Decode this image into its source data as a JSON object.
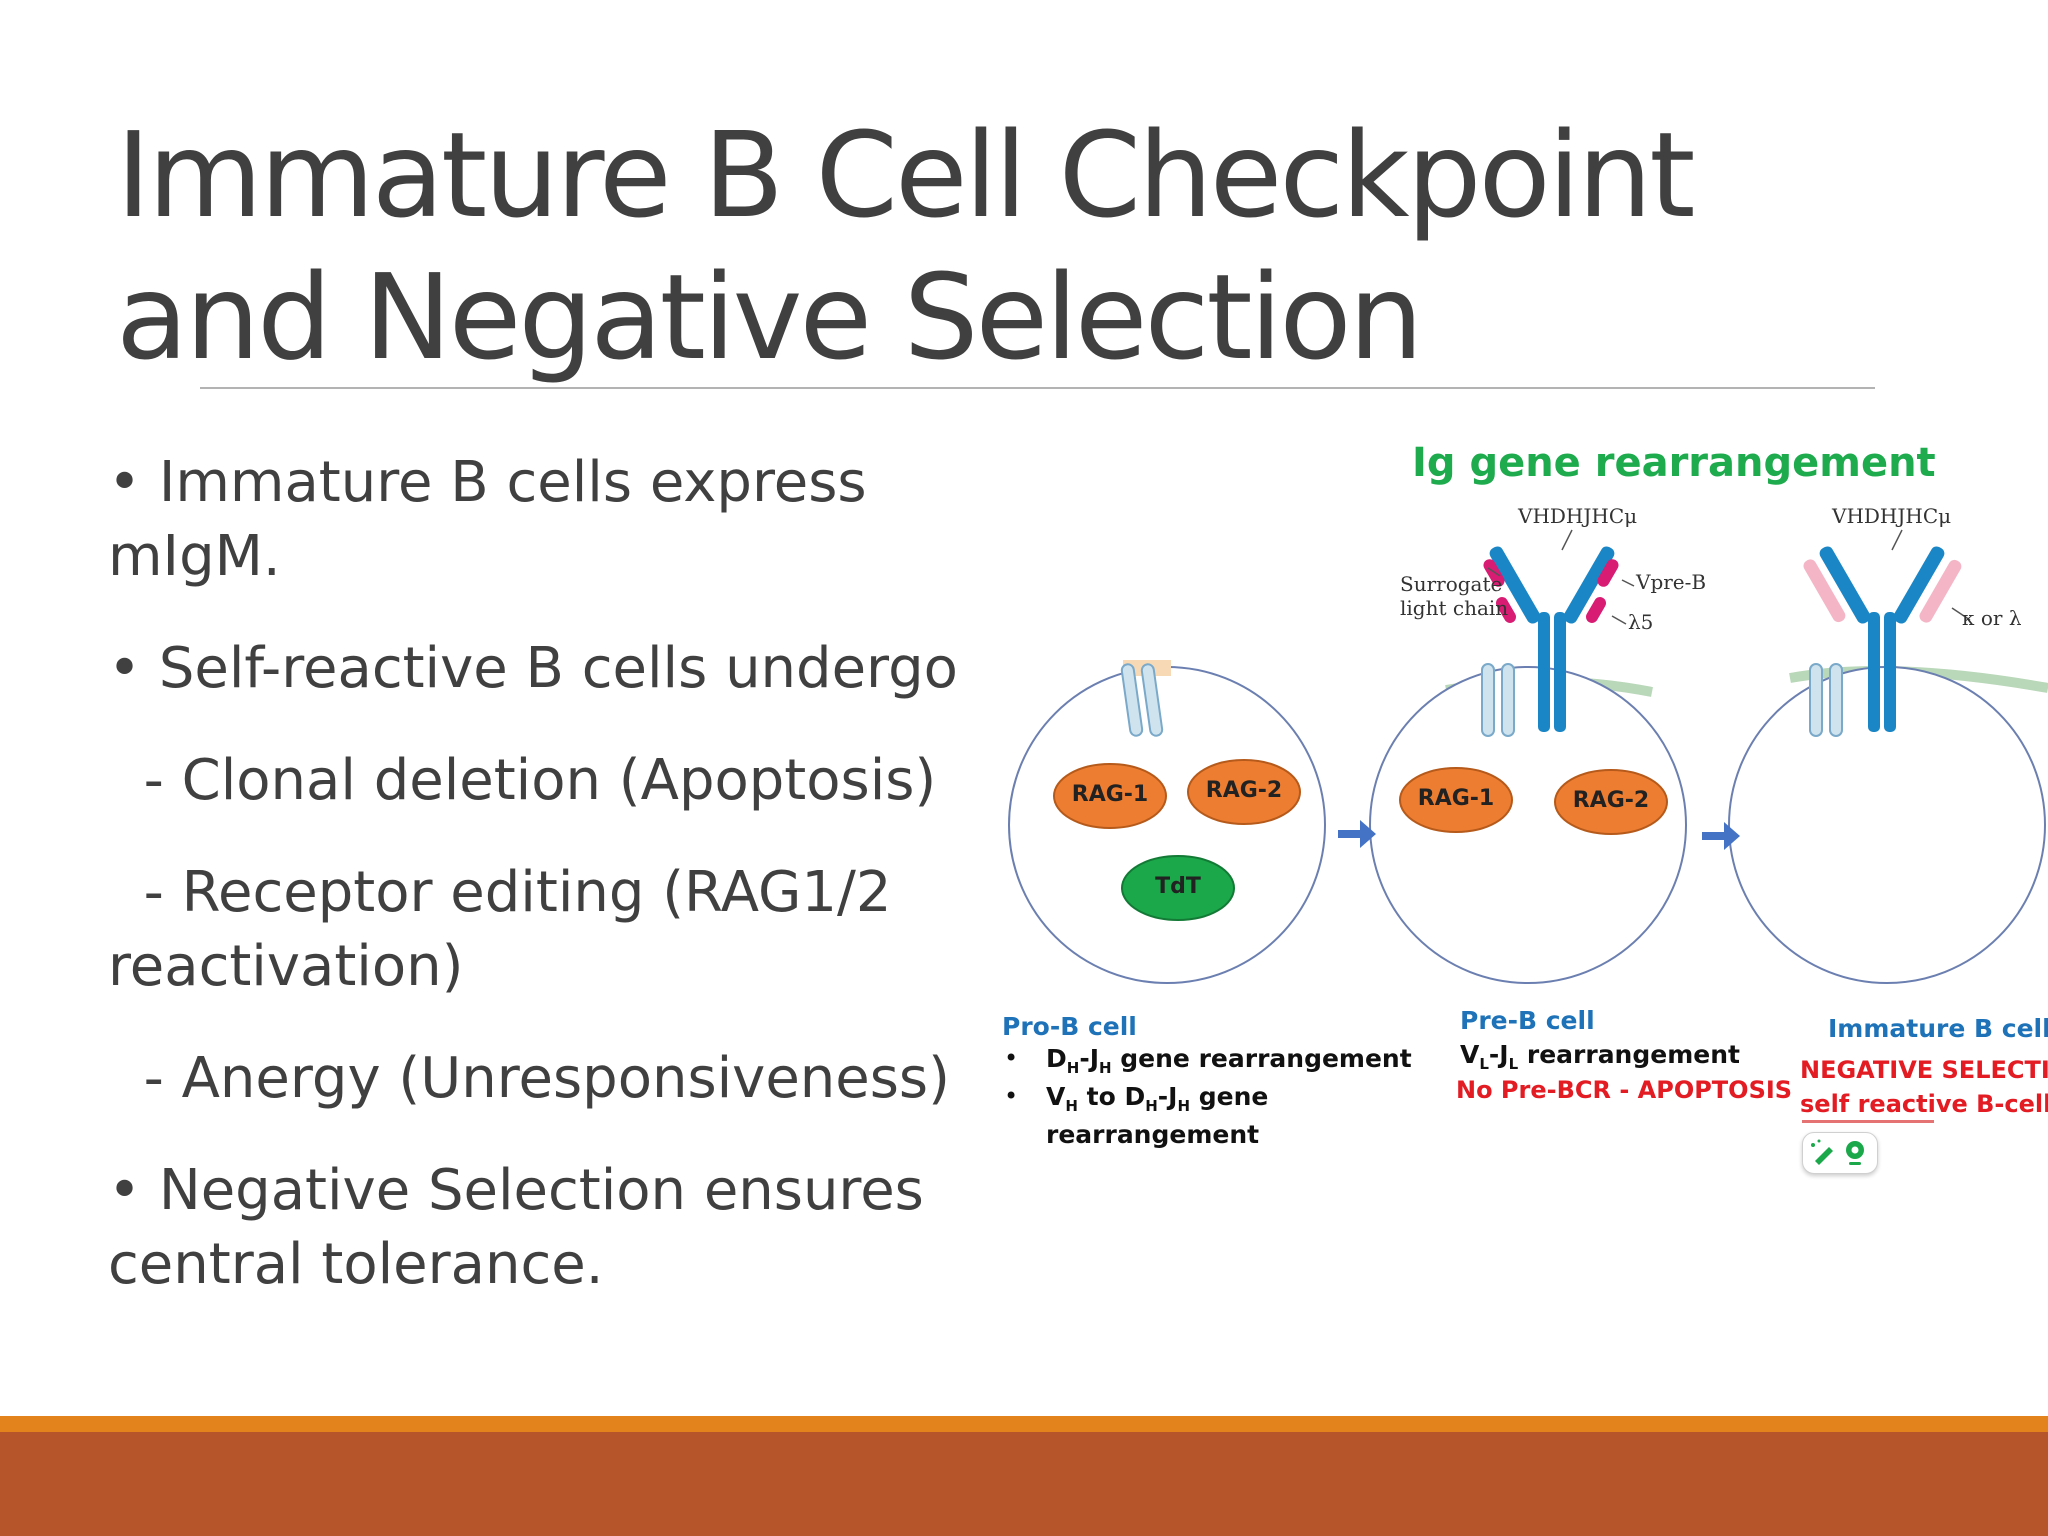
{
  "slide": {
    "title_line1": "Immature B Cell Checkpoint",
    "title_line2": "and Negative Selection",
    "bullets": [
      "• Immature B cells express mIgM.",
      "• Self-reactive B cells undergo",
      "  - Clonal deletion (Apoptosis)",
      "  - Receptor editing (RAG1/2 reactivation)",
      "  - Anergy (Unresponsiveness)",
      "• Negative Selection ensures central tolerance."
    ],
    "colors": {
      "footer_stripe": "#e2841b",
      "footer_band": "#b7552a",
      "title": "#404040"
    }
  },
  "figure": {
    "title": "Ig gene rearrangement",
    "pro_b": {
      "name": "Pro-B cell",
      "enzymes": [
        "RAG-1",
        "RAG-2",
        "TdT"
      ],
      "items": {
        "item1_a": "D",
        "item1_a_sub": "H",
        "item1_b": "-J",
        "item1_b_sub": "H",
        "item1_c": " gene rearrangement",
        "item2_a": "V",
        "item2_a_sub": "H",
        "item2_b": " to D",
        "item2_b_sub": "H",
        "item2_c": "-J",
        "item2_c_sub": "H",
        "item2_d": " gene",
        "item2_line2": "rearrangement"
      }
    },
    "pre_b": {
      "name": "Pre-B cell",
      "enzymes": [
        "RAG-1",
        "RAG-2"
      ],
      "item_a": "V",
      "item_a_sub": "L",
      "item_b": "-J",
      "item_b_sub": "L",
      "item_c": " rearrangement",
      "red_text": "No Pre-BCR - APOPTOSIS",
      "labels": {
        "heavy_chain": "VHDHJHCμ",
        "surrogate_1": "Surrogate",
        "surrogate_2": "light chain",
        "vpreb": "Vpre-B",
        "lambda5": "λ5"
      }
    },
    "immature_b": {
      "name": "Immature B cell",
      "red_line1": "NEGATIVE SELECTION",
      "red_line2": "self reactive B-cells",
      "labels": {
        "heavy_chain": "VHDHJHCμ",
        "light_chain": "κ or λ"
      }
    },
    "bullet_char": "•"
  }
}
